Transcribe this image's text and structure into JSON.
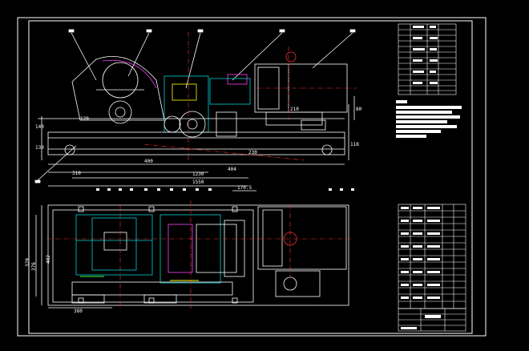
{
  "drawing": {
    "colors": {
      "background": "#000000",
      "line": "#ffffff",
      "center_line": "#ff3030",
      "section": "#00d0d0",
      "hatch": "#ff40ff",
      "accent_yellow": "#ffff00",
      "accent_green": "#40ff40"
    },
    "elevation_dims": {
      "d210": "210",
      "d80": "80",
      "d140": "140",
      "d130": "130",
      "d118": "118",
      "d230": "230",
      "d310": "310",
      "d400": "400",
      "d404": "404",
      "d1230": "1230",
      "d1550": "1550",
      "d120": "120"
    },
    "plan_dims": {
      "d170": "170.5",
      "d320": "320",
      "d376": "376",
      "d482": "482",
      "d380": "380"
    }
  }
}
